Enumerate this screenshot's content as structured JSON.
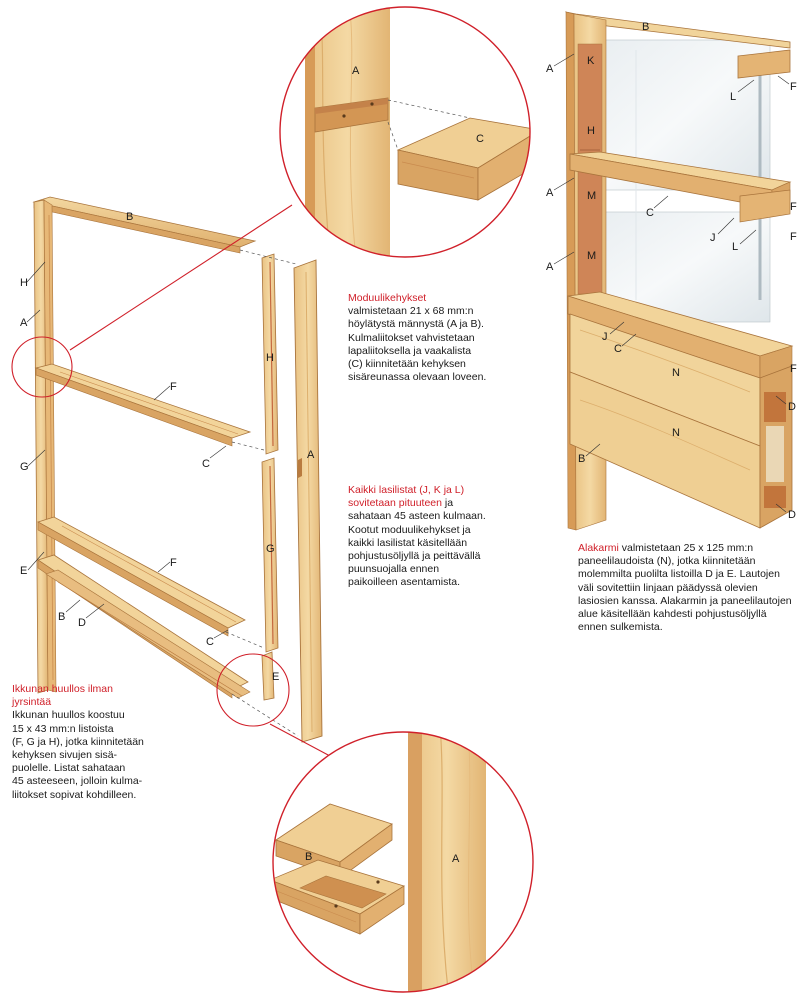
{
  "colors": {
    "accent": "#d0202a",
    "wood_light": "#f1d49b",
    "wood_mid": "#e4b474",
    "wood_dark": "#c98b4e",
    "wood_red": "#c4673e",
    "glass": "#cfd8de",
    "text": "#1a1a1a"
  },
  "captions": {
    "module": {
      "heading": "Moduulikehykset",
      "lines": [
        "valmistetaan 21 x 68 mm:n",
        "höylätystä männystä (A ja B).",
        "Kulmaliitokset vahvistetaan",
        "lapaliitoksella ja vaakalista",
        "(C) kiinnitetään kehyksen",
        "sisäreunassa olevaan loveen."
      ]
    },
    "glazing": {
      "heading_lines": [
        "Kaikki lasilistat (J, K ja L)",
        "sovitetaan pituuteen"
      ],
      "heading_tail": " ja",
      "lines": [
        "sahataan 45 asteen kulmaan.",
        "Kootut moduulikehykset ja",
        "kaikki lasilistat käsitellään",
        "pohjustusöljyllä ja peittävällä",
        "puunsuojalla ennen",
        "paikoilleen asentamista."
      ]
    },
    "lining": {
      "heading_lines": [
        "Ikkunan huullos ilman",
        "jyrsintää"
      ],
      "lines": [
        "Ikkunan huullos koostuu",
        "15 x 43 mm:n listoista",
        "(F, G ja H), jotka kiinnitetään",
        "kehyksen sivujen sisä-",
        "puolelle. Listat sahataan",
        "45 asteeseen, jolloin kulma-",
        "liitokset sopivat kohdilleen."
      ]
    },
    "sill": {
      "heading": "Alakarmi",
      "first_tail": " valmistetaan 25 x 125 mm:n",
      "lines": [
        "paneelilaudoista (N), jotka kiinnitetään",
        "molemmilta puolilta listoilla D ja E. Lautojen",
        "väli sovitettiin linjaan päädyssä olevien",
        "lasiosien kanssa. Alakarmin ja paneelilautojen",
        "alue käsitellään kahdesti pohjustusöljyllä",
        "ennen sulkemista."
      ]
    }
  },
  "part_labels": {
    "A": "A",
    "B": "B",
    "C": "C",
    "D": "D",
    "E": "E",
    "F": "F",
    "G": "G",
    "H": "H",
    "J": "J",
    "K": "K",
    "L": "L",
    "M": "M",
    "N": "N"
  }
}
